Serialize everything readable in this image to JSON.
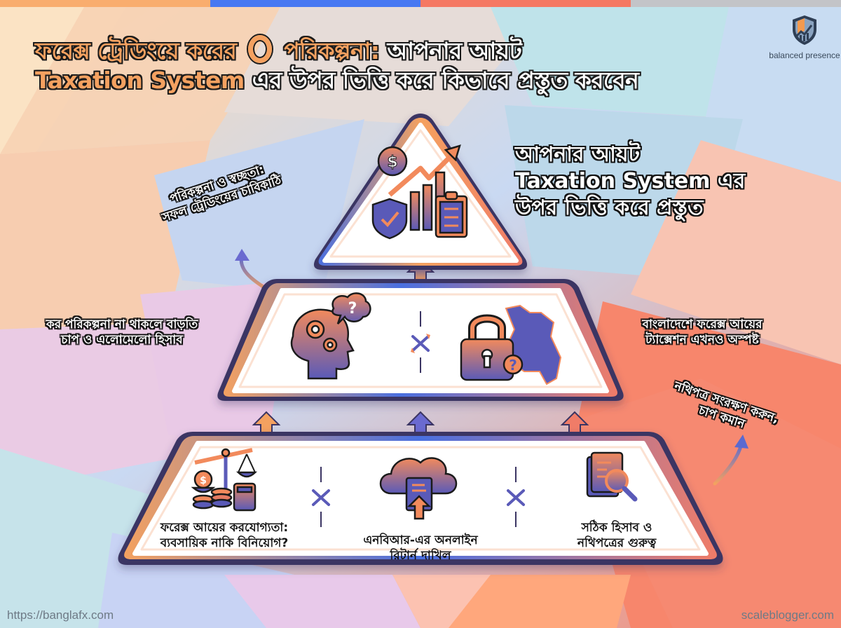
{
  "header": {
    "title_line1_orange": "ফরেক্স ট্রেডিংয়ে করের",
    "title_line1_orange2": "পরিকল্পনা:",
    "title_line1_white": "আপনার আয়ট",
    "title_line2_orange": "Taxation System",
    "title_line2_white": "এর উপর ভিত্তি করে কিভাবে প্রস্তুত করবেন"
  },
  "logo": {
    "icon": "shield-chart-icon",
    "text": "balanced presence"
  },
  "apex": {
    "label_line1": "আপনার আয়ট",
    "label_line2": "Taxation System এর",
    "label_line3": "উপর ভিত্তি করে প্রস্তুত",
    "icons": [
      "dollar-coin-icon",
      "trend-arrow-icon",
      "bar-chart-icon",
      "shield-check-icon",
      "clipboard-checklist-icon"
    ]
  },
  "annotations": {
    "top_left_line1": "পরিকল্পনা ও স্বচ্ছতা:",
    "top_left_line2": "সফল ট্রেডিংয়ের চাবিকাঠি",
    "middle_left_line1": "কর পরিকল্পনা না থাকলে বাড়তি",
    "middle_left_line2": "চাপ ও এলোমেলো হিসাব",
    "middle_right_line1": "বাংলাদেশে ফরেক্স আয়ের",
    "middle_right_line2": "ট্যাক্সেশন এখনও অস্পষ্ট",
    "bottom_right_line1": "নথিপত্র সংরক্ষণ করুন,",
    "bottom_right_line2": "চাপ কমান"
  },
  "middle_tier": {
    "icons": [
      "head-gears-question-icon",
      "lock-question-bangladesh-map-icon"
    ],
    "separator": "crossed-arrows-icon"
  },
  "bottom_tier": {
    "items": [
      {
        "icon": "scale-coins-calculator-icon",
        "line1": "ফরেক্স আয়ের করযোগ্যতা:",
        "line2": "ব্যবসায়িক নাকি বিনিয়োগ?"
      },
      {
        "icon": "cloud-upload-document-icon",
        "line1": "এনবিআর-এর অনলাইন",
        "line2": "রিটার্ন দাখিল"
      },
      {
        "icon": "documents-magnifier-icon",
        "line1": "সঠিক হিসাব ও",
        "line2": "নথিপত্রের গুরুত্ব"
      }
    ],
    "separator": "crossed-arrows-icon"
  },
  "footer": {
    "left": "https://banglafx.com",
    "right": "scaleblogger.com"
  },
  "colors": {
    "orange": "#f4a160",
    "coral": "#f07c68",
    "blue": "#4a6fe0",
    "purple": "#6b5aa8",
    "dark_outline": "#3b3563"
  }
}
